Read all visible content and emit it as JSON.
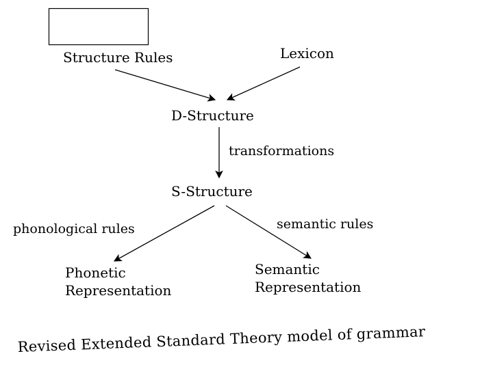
{
  "diagram": {
    "nodes": {
      "structure_rules": "Structure Rules",
      "lexicon": "Lexicon",
      "d_structure": "D-Structure",
      "s_structure": "S-Structure",
      "phonetic_line1": "Phonetic",
      "phonetic_line2": "Representation",
      "semantic_line1": "Semantic",
      "semantic_line2": "Representation"
    },
    "edges": {
      "transformations": "transformations",
      "phonological_rules": "phonological rules",
      "semantic_rules": "semantic rules"
    },
    "caption": "Revised Extended Standard Theory model of grammar"
  }
}
